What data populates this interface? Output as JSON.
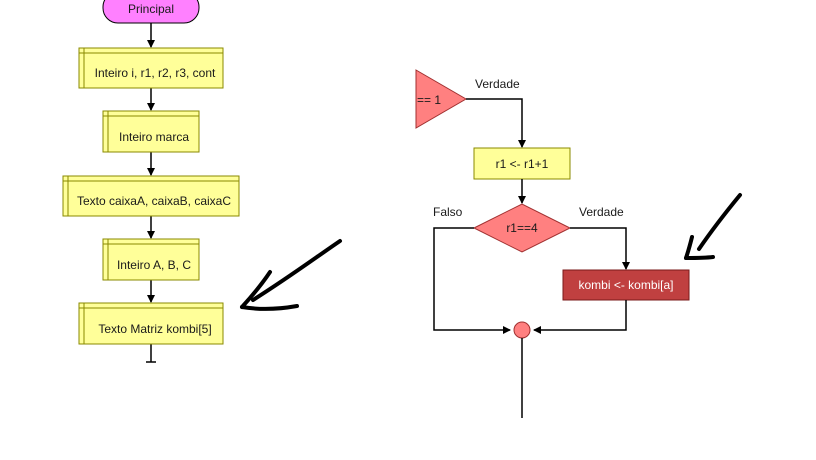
{
  "left_flow": {
    "start": "Principal",
    "declarations": [
      "Inteiro i, r1, r2, r3, cont",
      "Inteiro marca",
      "Texto caixaA, caixaB, caixaC",
      "Inteiro A, B, C",
      "Texto Matriz kombi[5]"
    ]
  },
  "right_flow": {
    "condition_partial": "== 1",
    "true_label_top": "Verdade",
    "assign_r1": "r1 <- r1+1",
    "condition_r1": "r1==4",
    "false_label": "Falso",
    "true_label": "Verdade",
    "assign_kombi": "kombi <- kombi[a]"
  },
  "colors": {
    "start_fill": "#ff80ff",
    "process_fill": "#ffff99",
    "decision_fill": "#ff8080",
    "highlight_fill": "#c04040",
    "stroke": "#000000"
  },
  "icons": [
    "hand-drawn-arrow-icon",
    "hand-drawn-arrow-icon"
  ]
}
